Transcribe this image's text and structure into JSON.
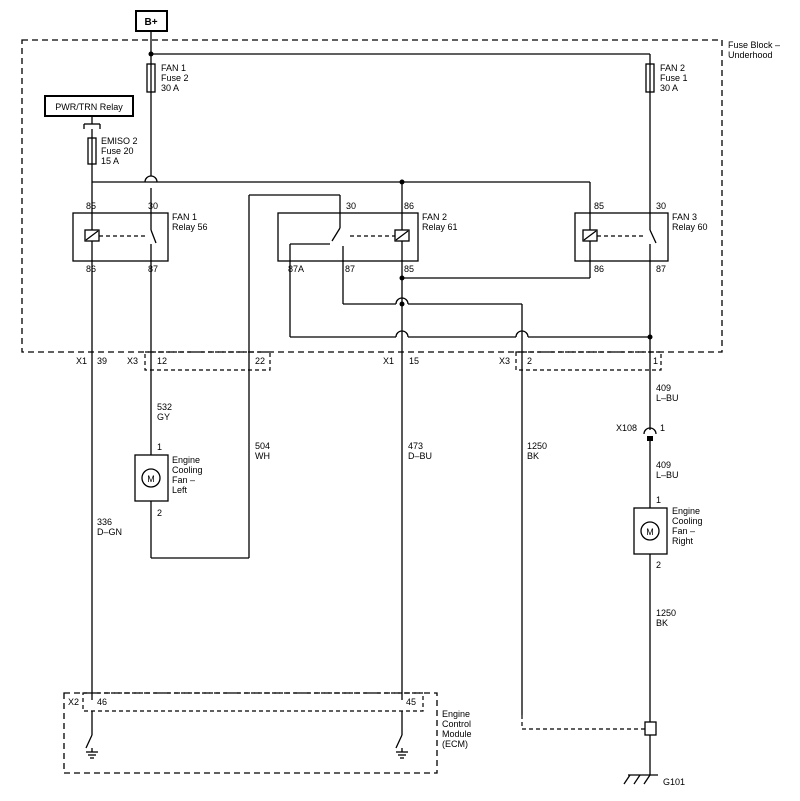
{
  "power": {
    "label": "B+"
  },
  "pwr_relay": {
    "label": "PWR/TRN Relay"
  },
  "fuse_block": {
    "line1": "Fuse Block –",
    "line2": "Underhood"
  },
  "fuses": [
    {
      "l1": "FAN 1",
      "l2": "Fuse 2",
      "l3": "30 A"
    },
    {
      "l1": "FAN 2",
      "l2": "Fuse 1",
      "l3": "30 A"
    },
    {
      "l1": "EMISO 2",
      "l2": "Fuse 20",
      "l3": "15 A"
    }
  ],
  "relays": [
    {
      "l1": "FAN 1",
      "l2": "Relay 56",
      "p85": "85",
      "p30": "30",
      "p86": "86",
      "p87": "87"
    },
    {
      "l1": "FAN 2",
      "l2": "Relay 61",
      "p30": "30",
      "p86": "86",
      "p87a": "87A",
      "p87": "87",
      "p85": "85"
    },
    {
      "l1": "FAN 3",
      "l2": "Relay 60",
      "p85": "85",
      "p30": "30",
      "p86": "86",
      "p87": "87"
    }
  ],
  "connectors": {
    "x1a": "X1",
    "x1a_pin": "39",
    "x3a": "X3",
    "x3a_pin1": "12",
    "x3a_pin2": "22",
    "x1b": "X1",
    "x1b_pin": "15",
    "x3b": "X3",
    "x3b_pin1": "2",
    "x3b_pin2": "1",
    "x108": "X108",
    "x108_pin": "1",
    "x2": "X2",
    "x2_pin1": "46",
    "x2_pin2": "45"
  },
  "wires": [
    {
      "num": "532",
      "color": "GY"
    },
    {
      "num": "504",
      "color": "WH"
    },
    {
      "num": "473",
      "color": "D–BU"
    },
    {
      "num": "1250",
      "color": "BK"
    },
    {
      "num": "336",
      "color": "D–GN"
    },
    {
      "num": "409",
      "color": "L–BU"
    },
    {
      "num": "409",
      "color": "L–BU"
    },
    {
      "num": "1250",
      "color": "BK"
    }
  ],
  "motors": [
    {
      "symbol": "M",
      "l1": "Engine",
      "l2": "Cooling",
      "l3": "Fan –",
      "l4": "Left",
      "pin_top": "1",
      "pin_bot": "2"
    },
    {
      "symbol": "M",
      "l1": "Engine",
      "l2": "Cooling",
      "l3": "Fan –",
      "l4": "Right",
      "pin_top": "1",
      "pin_bot": "2"
    }
  ],
  "ecm": {
    "l1": "Engine",
    "l2": "Control",
    "l3": "Module",
    "l4": "(ECM)"
  },
  "ground": {
    "label": "G101"
  }
}
